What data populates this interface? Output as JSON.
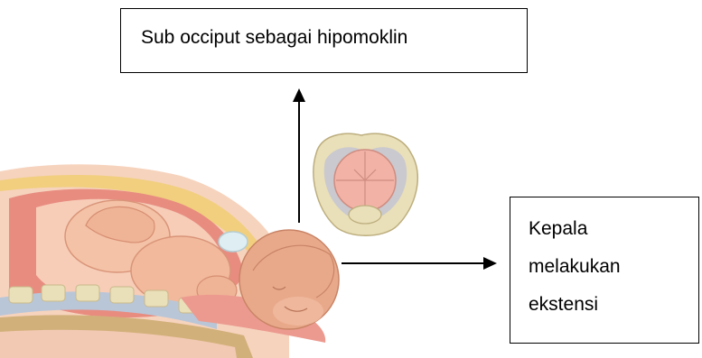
{
  "labels": {
    "top": "Sub occiput sebagai hipomoklin",
    "right_lines": [
      "Kepala",
      "melakukan",
      "ekstensi"
    ]
  },
  "illustration": {
    "subject": "fetal-head-crowning-birth-illustration",
    "inset": "pelvic-outlet-fetal-head-view"
  },
  "colors": {
    "skin": "#f4c2a6",
    "skin_dark": "#e7a98a",
    "tissue": "#e88c80",
    "bone": "#e9dfb8",
    "outline": "#000000"
  }
}
